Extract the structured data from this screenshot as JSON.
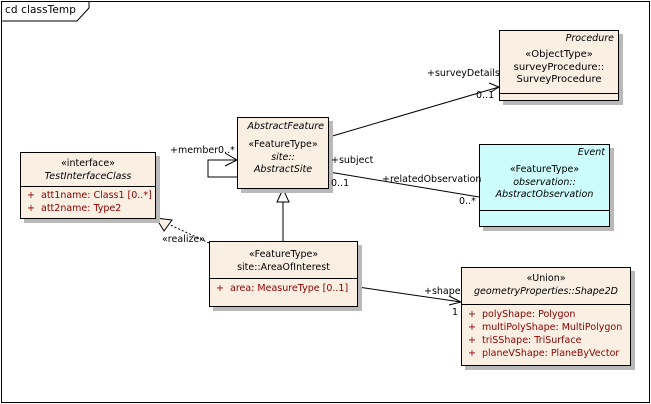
{
  "frame": {
    "title": "cd classTemp"
  },
  "classes": {
    "procedure": {
      "tag": "Procedure",
      "stereotype": "«ObjectType»",
      "name_line1": "surveyProcedure::",
      "name_line2": "SurveyProcedure",
      "attributes": []
    },
    "interface": {
      "stereotype": "«interface»",
      "name": "TestInterfaceClass",
      "attributes": [
        {
          "visibility": "+",
          "text": "att1name:  Class1 [0..*]"
        },
        {
          "visibility": "+",
          "text": "att2name:  Type2"
        }
      ]
    },
    "abstract_site": {
      "tag": "AbstractFeature",
      "stereotype": "«FeatureType»",
      "name_line1": "site::",
      "name_line2": "AbstractSite"
    },
    "event": {
      "tag": "Event",
      "stereotype": "«FeatureType»",
      "name_line1": "observation::",
      "name_line2": "AbstractObservation",
      "attributes": []
    },
    "area_of_interest": {
      "stereotype": "«FeatureType»",
      "name": "site::AreaOfInterest",
      "attributes": [
        {
          "visibility": "+",
          "text": "area:  MeasureType [0..1]"
        }
      ]
    },
    "shape2d": {
      "stereotype": "«Union»",
      "name": "geometryProperties::Shape2D",
      "attributes": [
        {
          "visibility": "+",
          "text": "polyShape:  Polygon"
        },
        {
          "visibility": "+",
          "text": "multiPolyShape:  MultiPolygon"
        },
        {
          "visibility": "+",
          "text": "triSShape:  TriSurface"
        },
        {
          "visibility": "+",
          "text": "planeVShape:  PlaneByVector"
        }
      ]
    }
  },
  "connectors": {
    "survey_details": {
      "role": "+surveyDetails",
      "multiplicity": "0..1"
    },
    "member": {
      "role": "+member",
      "multiplicity": "0..*"
    },
    "subject": {
      "role": "+subject",
      "multiplicity": "0..1"
    },
    "related_observation": {
      "role": "+relatedObservation",
      "multiplicity": "0..*"
    },
    "realize": {
      "label": "«realize»"
    },
    "shape": {
      "role": "+shape",
      "multiplicity": "1"
    }
  },
  "colors": {
    "class_fill": "#f9efe3",
    "event_fill": "#ccfcfc",
    "attribute_text": "#8b0000",
    "shadow": "#b9b9b9"
  }
}
